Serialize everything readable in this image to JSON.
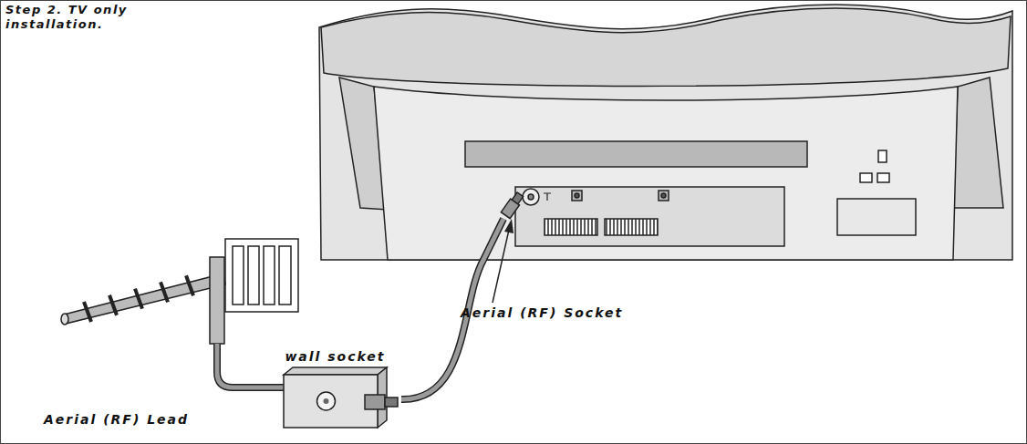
{
  "diagram": {
    "title": "Step 2. TV only installation.",
    "nodes": [
      {
        "text": [
          "wall socket"
        ]
      }
    ],
    "labels": [
      "Aerial (RF) Socket",
      "Aerial (RF) Lead"
    ]
  }
}
